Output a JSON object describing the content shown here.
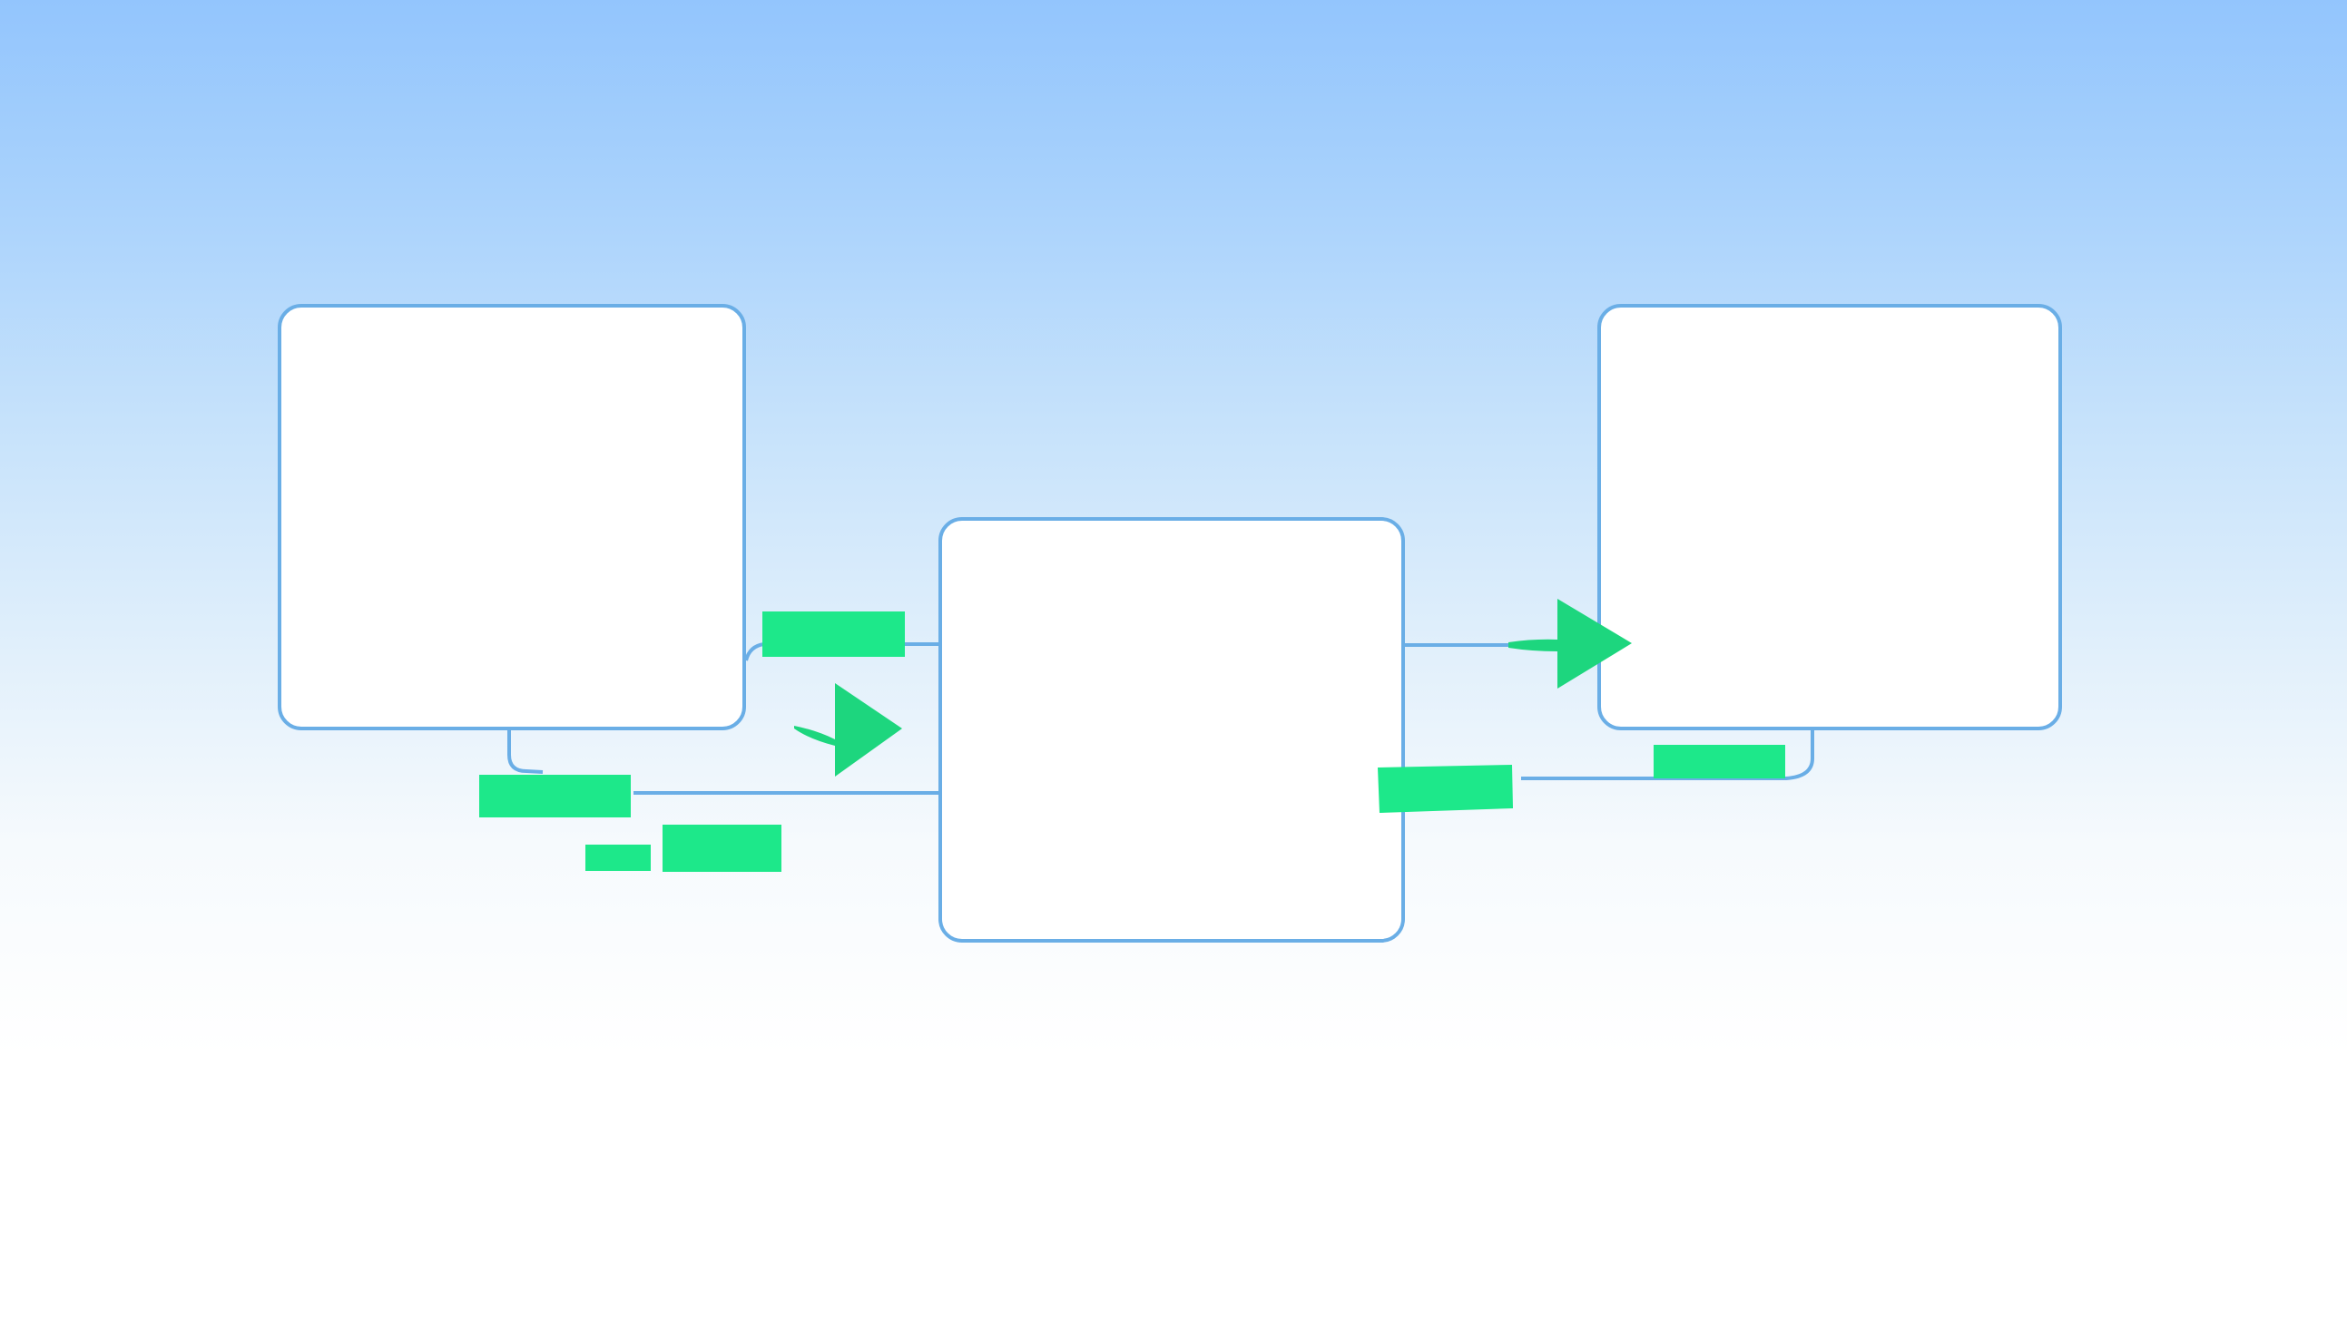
{
  "colors": {
    "background_top": "#93c5fd",
    "background_bottom": "#ffffff",
    "node_fill": "#ffffff",
    "node_stroke": "#6aaee6",
    "connector_stroke": "#6aaee6",
    "label_fill": "#1de88a",
    "arrow_fill": "#1dd67e"
  },
  "nodes": [
    {
      "id": "left-node",
      "label": ""
    },
    {
      "id": "center-node",
      "label": ""
    },
    {
      "id": "right-node",
      "label": ""
    }
  ],
  "connectors": [
    {
      "from": "left-node",
      "to": "center-node",
      "label": ""
    },
    {
      "from": "left-node",
      "to": "center-node",
      "label": ""
    },
    {
      "from": "center-node",
      "to": "right-node",
      "label": ""
    },
    {
      "from": "center-node",
      "to": "right-node",
      "label": ""
    }
  ],
  "icons": [
    "arrow-right-icon",
    "arrow-right-icon"
  ]
}
